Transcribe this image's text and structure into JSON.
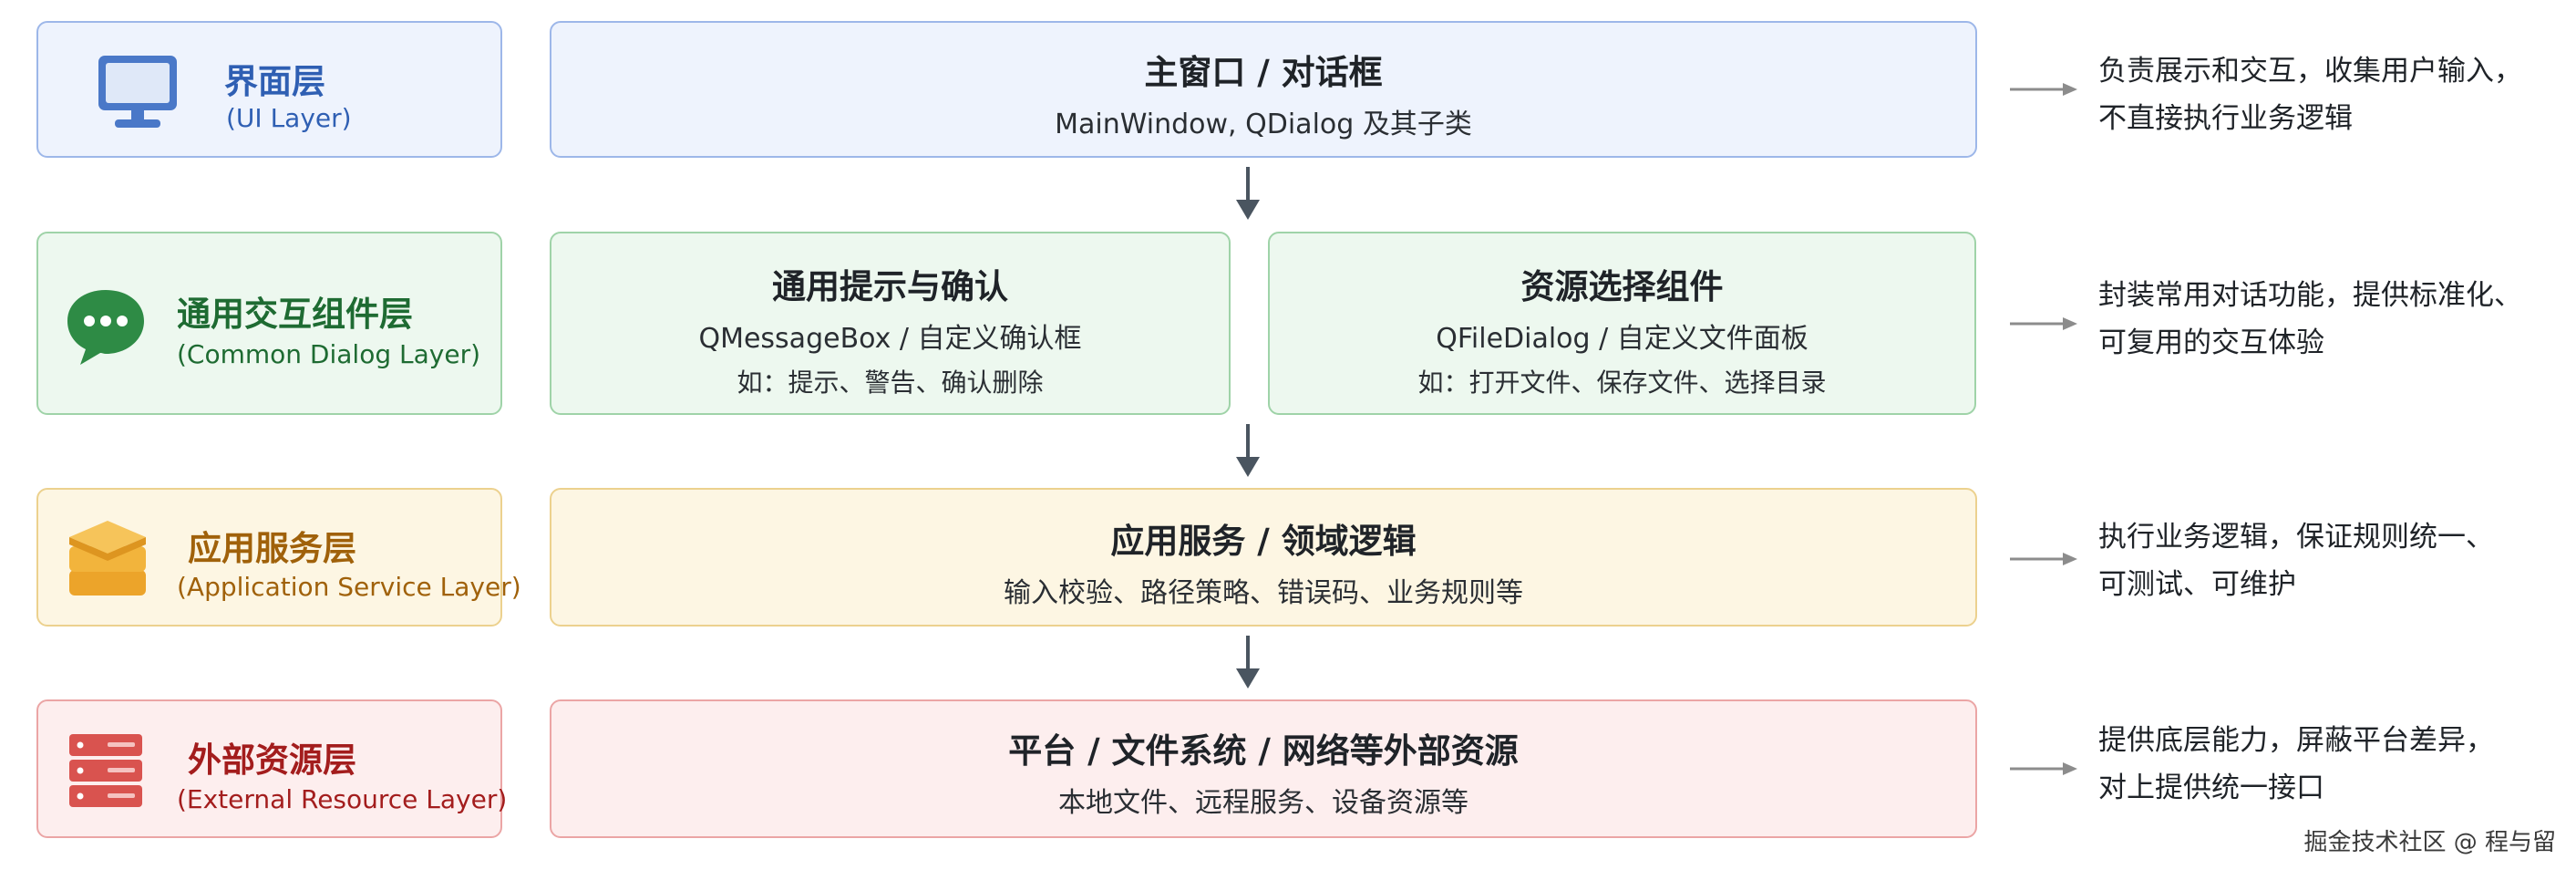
{
  "layers": [
    {
      "title": "界面层",
      "subtitle": "(UI Layer)",
      "icon": "monitor-icon",
      "color": "#2f5fb3",
      "center": {
        "title": "主窗口 / 对话框",
        "line": "MainWindow, QDialog 及其子类"
      },
      "desc": [
        "负责展示和交互，收集用户输入，",
        "不直接执行业务逻辑"
      ]
    },
    {
      "title": "通用交互组件层",
      "subtitle": "(Common Dialog Layer)",
      "icon": "chat-bubble-icon",
      "color": "#1e6b32",
      "left_card": {
        "title": "通用提示与确认",
        "line": "QMessageBox / 自定义确认框",
        "example": "如：提示、警告、确认删除"
      },
      "right_card": {
        "title": "资源选择组件",
        "line": "QFileDialog / 自定义文件面板",
        "example": "如：打开文件、保存文件、选择目录"
      },
      "desc": [
        "封装常用对话功能，提供标准化、",
        "可复用的交互体验"
      ]
    },
    {
      "title": "应用服务层",
      "subtitle": "(Application Service Layer)",
      "icon": "layers-stack-icon",
      "color": "#a0610a",
      "center": {
        "title": "应用服务 / 领域逻辑",
        "line": "输入校验、路径策略、错误码、业务规则等"
      },
      "desc": [
        "执行业务逻辑，保证规则统一、",
        "可测试、可维护"
      ]
    },
    {
      "title": "外部资源层",
      "subtitle": "(External Resource Layer)",
      "icon": "server-icon",
      "color": "#a31d1d",
      "center": {
        "title": "平台 / 文件系统 / 网络等外部资源",
        "line": "本地文件、远程服务、设备资源等"
      },
      "desc": [
        "提供底层能力，屏蔽平台差异，",
        "对上提供统一接口"
      ]
    }
  ],
  "watermark": "掘金技术社区 @ 程与留"
}
